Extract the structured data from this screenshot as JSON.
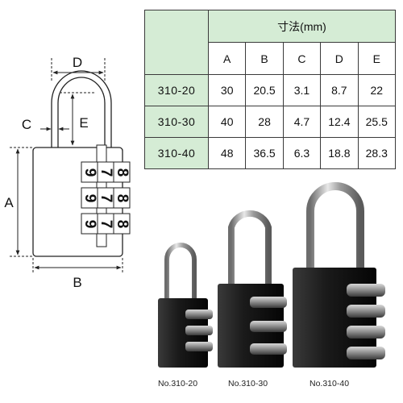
{
  "table": {
    "header_group": "寸法(mm)",
    "columns": [
      "A",
      "B",
      "C",
      "D",
      "E"
    ],
    "rows": [
      {
        "model": "310-20",
        "values": [
          "30",
          "20.5",
          "3.1",
          "8.7",
          "22"
        ]
      },
      {
        "model": "310-30",
        "values": [
          "40",
          "28",
          "4.7",
          "12.4",
          "25.5"
        ]
      },
      {
        "model": "310-40",
        "values": [
          "48",
          "36.5",
          "6.3",
          "18.8",
          "28.3"
        ]
      }
    ]
  },
  "drawing": {
    "label_a": "A",
    "label_b": "B",
    "label_c": "C",
    "label_d": "D",
    "label_e": "E",
    "dial_rows": [
      [
        "9",
        "7",
        "8"
      ],
      [
        "9",
        "7",
        "8"
      ],
      [
        "9",
        "7",
        "8"
      ]
    ]
  },
  "photos": {
    "captions": [
      "No.310-20",
      "No.310-30",
      "No.310-40"
    ]
  }
}
